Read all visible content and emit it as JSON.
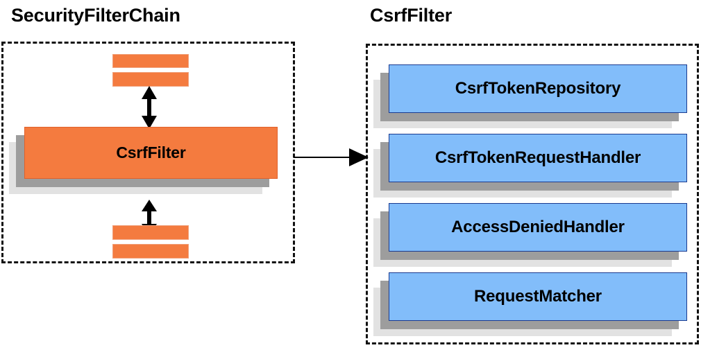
{
  "diagram": {
    "type": "component-relationship-diagram",
    "background_color": "#ffffff",
    "panels": [
      {
        "id": "security-filter-chain",
        "title": "SecurityFilterChain",
        "border_style": "dashed",
        "border_color": "#111111",
        "component": {
          "label": "CsrfFilter",
          "fill_color": "#f47b3f",
          "style": "stacked-card"
        },
        "filter_bars": [
          {
            "position": "top-1"
          },
          {
            "position": "top-2"
          },
          {
            "position": "bottom-1"
          },
          {
            "position": "bottom-2"
          }
        ],
        "internal_arrows": [
          {
            "name": "arrow-upper",
            "direction": "double-vertical"
          },
          {
            "name": "arrow-lower",
            "direction": "double-vertical"
          }
        ]
      },
      {
        "id": "csrf-filter",
        "title": "CsrfFilter",
        "border_style": "dashed",
        "border_color": "#111111",
        "components": [
          {
            "label": "CsrfTokenRepository",
            "fill_color": "#82bdfa"
          },
          {
            "label": "CsrfTokenRequestHandler",
            "fill_color": "#82bdfa"
          },
          {
            "label": "AccessDeniedHandler",
            "fill_color": "#82bdfa"
          },
          {
            "label": "RequestMatcher",
            "fill_color": "#82bdfa"
          }
        ]
      }
    ],
    "connector": {
      "name": "csrffilter-to-csrffilter-detail",
      "direction": "single-right",
      "from": "SecurityFilterChain.CsrfFilter",
      "to": "CsrfFilter panel",
      "color": "#000000"
    },
    "colors": {
      "orange_fill": "#f47b3f",
      "orange_border": "#f0a07a",
      "blue_fill": "#82bdfa",
      "blue_border": "#1a3a8f",
      "shadow_mid": "#9d9d9d",
      "shadow_back": "#e2e2e2",
      "text": "#000000"
    }
  }
}
